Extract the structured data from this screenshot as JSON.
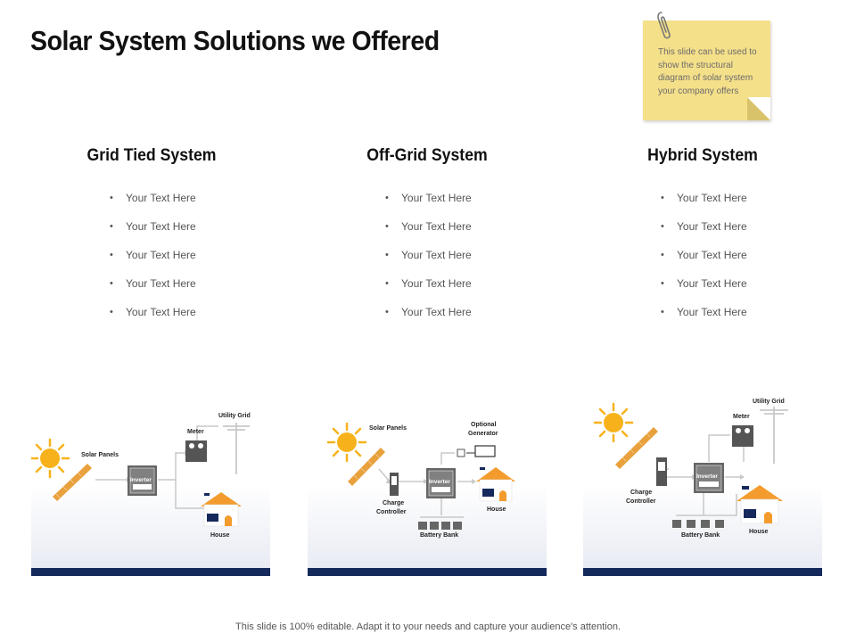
{
  "title": "Solar System Solutions we Offered",
  "note": {
    "text": "This slide can be used to show the structural diagram of solar system your company offers"
  },
  "columns": [
    {
      "title": "Grid Tied System",
      "items": [
        "Your Text Here",
        "Your Text Here",
        "Your Text Here",
        "Your Text Here",
        "Your Text Here"
      ]
    },
    {
      "title": "Off-Grid System",
      "items": [
        "Your Text Here",
        "Your Text Here",
        "Your Text Here",
        "Your Text Here",
        "Your Text Here"
      ]
    },
    {
      "title": "Hybrid System",
      "items": [
        "Your Text Here",
        "Your Text Here",
        "Your Text Here",
        "Your Text Here",
        "Your Text Here"
      ]
    }
  ],
  "diagrams": {
    "grid": {
      "solar": "Solar Panels",
      "inverter": "Inverter",
      "meter": "Meter",
      "utility": "Utility Grid",
      "house": "House"
    },
    "offgrid": {
      "solar": "Solar Panels",
      "generator1": "Optional",
      "generator2": "Generator",
      "inverter": "Inverter",
      "charge1": "Charge",
      "charge2": "Controller",
      "house": "House",
      "battery": "Battery Bank"
    },
    "hybrid": {
      "utility": "Utility Grid",
      "meter": "Meter",
      "inverter": "Inverter",
      "charge1": "Charge",
      "charge2": "Controller",
      "house": "House",
      "battery": "Battery Bank"
    }
  },
  "colors": {
    "accent_bar": "#15295c",
    "sun": "#f7b21b",
    "panel": "#e8a13d",
    "roof": "#f39c2d",
    "note": "#f5e08a"
  },
  "footer": "This slide is 100% editable. Adapt it to your needs and capture your audience's attention."
}
